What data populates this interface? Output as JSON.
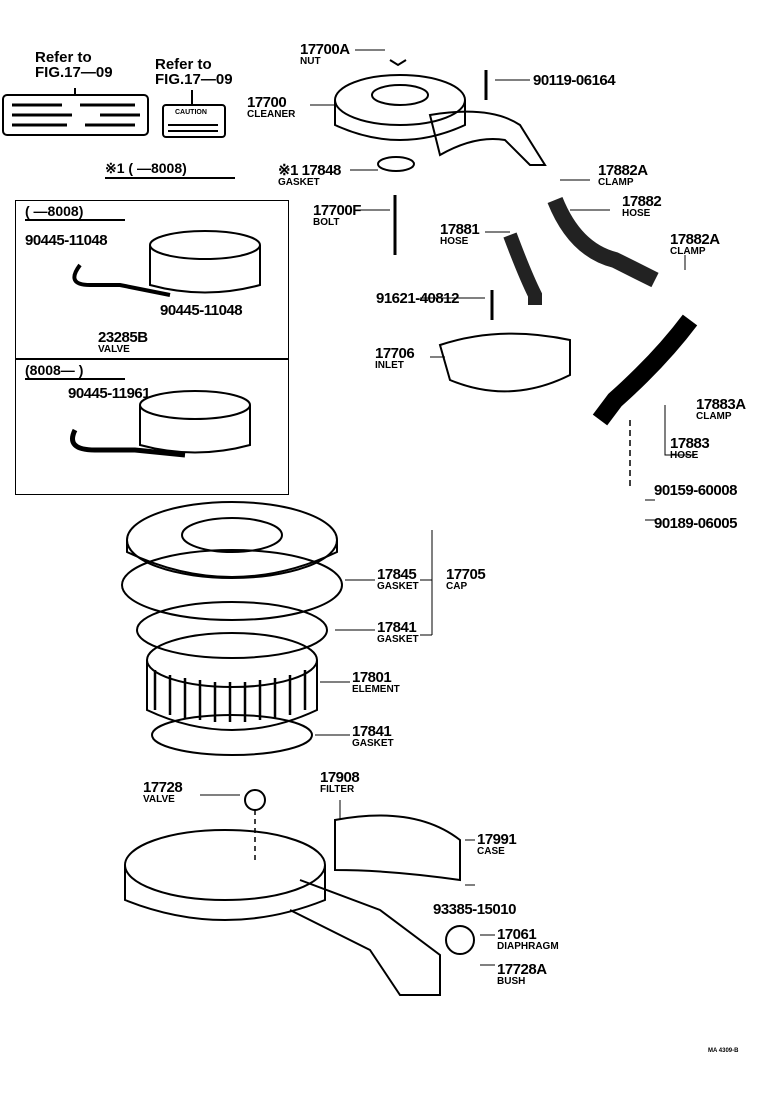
{
  "refs": [
    {
      "line1": "Refer to",
      "line2": "FIG.17—09"
    },
    {
      "line1": "Refer to",
      "line2": "FIG.17—09"
    }
  ],
  "caution_label": "CAUTION",
  "group_title": "※1 (     —8008)",
  "box1_header": "(     —8008)",
  "box2_header": "(8008—     )",
  "parts": [
    {
      "num": "17700A",
      "name": "NUT"
    },
    {
      "num": "90119-06164",
      "name": ""
    },
    {
      "num": "17700",
      "name": "CLEANER"
    },
    {
      "num": "※1 17848",
      "name": "GASKET"
    },
    {
      "num": "17882A",
      "name": "CLAMP"
    },
    {
      "num": "17882",
      "name": "HOSE"
    },
    {
      "num": "17700F",
      "name": "BOLT"
    },
    {
      "num": "17881",
      "name": "HOSE"
    },
    {
      "num": "17882A",
      "name": "CLAMP"
    },
    {
      "num": "90445-11048",
      "name": ""
    },
    {
      "num": "90445-11048",
      "name": ""
    },
    {
      "num": "23285B",
      "name": "VALVE"
    },
    {
      "num": "91621-40812",
      "name": ""
    },
    {
      "num": "17706",
      "name": "INLET"
    },
    {
      "num": "90445-11961",
      "name": ""
    },
    {
      "num": "17883A",
      "name": "CLAMP"
    },
    {
      "num": "17883",
      "name": "HOSE"
    },
    {
      "num": "90159-60008",
      "name": ""
    },
    {
      "num": "90189-06005",
      "name": ""
    },
    {
      "num": "17845",
      "name": "GASKET"
    },
    {
      "num": "17705",
      "name": "CAP"
    },
    {
      "num": "17841",
      "name": "GASKET"
    },
    {
      "num": "17801",
      "name": "ELEMENT"
    },
    {
      "num": "17841",
      "name": "GASKET"
    },
    {
      "num": "17728",
      "name": "VALVE"
    },
    {
      "num": "17908",
      "name": "FILTER"
    },
    {
      "num": "17991",
      "name": "CASE"
    },
    {
      "num": "93385-15010",
      "name": ""
    },
    {
      "num": "17061",
      "name": "DIAPHRAGM"
    },
    {
      "num": "17728A",
      "name": "BUSH"
    }
  ],
  "footer_code": "MA 4309-B"
}
